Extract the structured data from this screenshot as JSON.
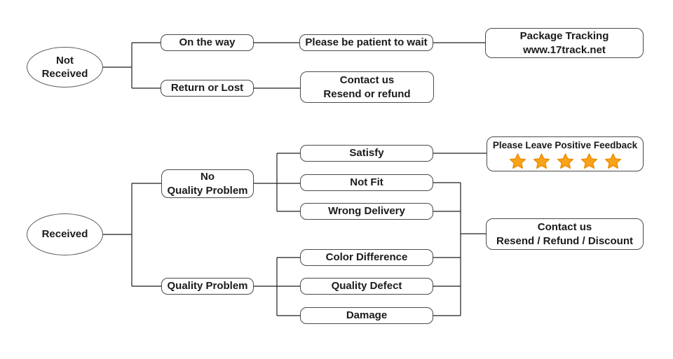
{
  "diagram": {
    "colors": {
      "line": "#1f1f1f",
      "text": "#1b1b1b",
      "box_border": "#4a4a4a",
      "star_fill": "#F8A41B",
      "star_stroke": "#EE8C00"
    },
    "not_received_branch": {
      "root": {
        "line1": "Not",
        "line2": "Received"
      },
      "on_the_way": "On the way",
      "patient": "Please be patient to wait",
      "tracking": {
        "line1": "Package Tracking",
        "line2": "www.17track.net"
      },
      "return_or_lost": "Return or Lost",
      "contact": {
        "line1": "Contact us",
        "line2": "Resend or refund"
      }
    },
    "received_branch": {
      "root": "Received",
      "no_quality_problem": {
        "line1": "No",
        "line2": "Quality Problem"
      },
      "satisfy": "Satisfy",
      "not_fit": "Not Fit",
      "wrong_delivery": "Wrong Delivery",
      "quality_problem": "Quality Problem",
      "color_difference": "Color Difference",
      "quality_defect": "Quality Defect",
      "damage": "Damage",
      "feedback": {
        "title": "Please Leave Positive Feedback",
        "stars": 5
      },
      "contact": {
        "line1": "Contact us",
        "line2": "Resend / Refund / Discount"
      }
    }
  }
}
